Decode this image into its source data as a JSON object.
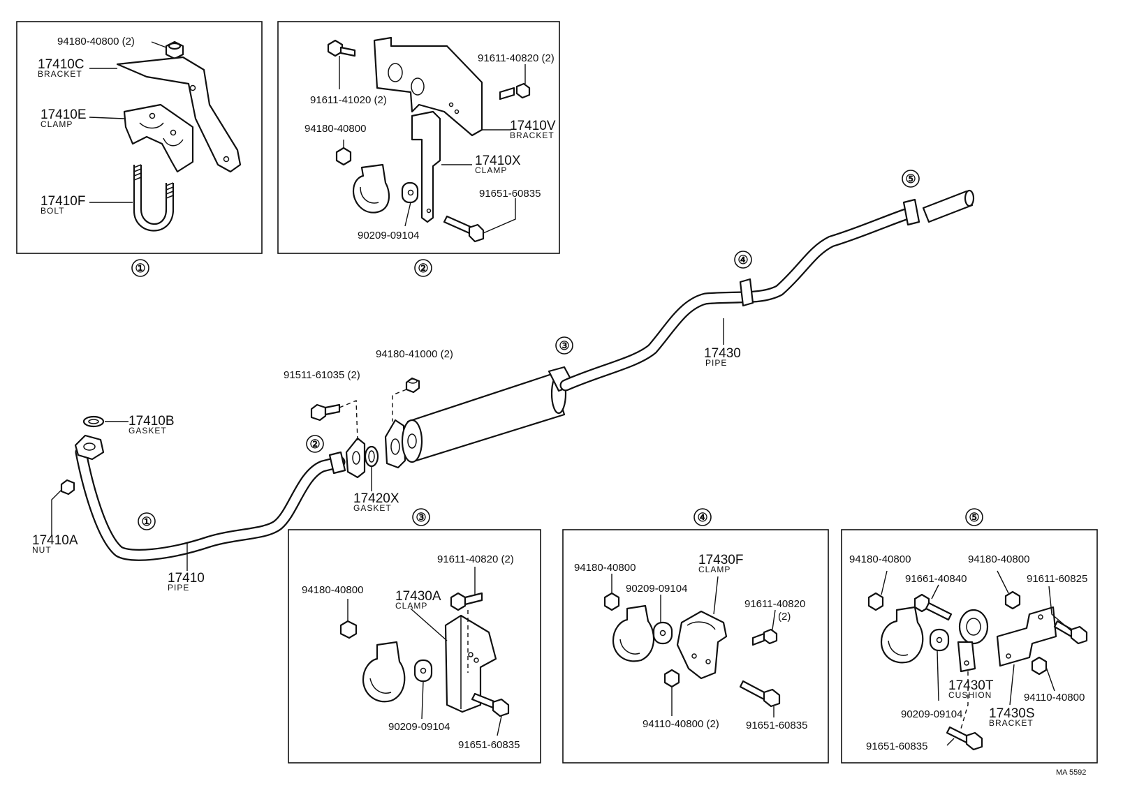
{
  "labels": {
    "b1_nut": "94180-40800 (2)",
    "b1_bracket_pn": "17410C",
    "b1_bracket_name": "BRACKET",
    "b1_clamp_pn": "17410E",
    "b1_clamp_name": "CLAMP",
    "b1_bolt_pn": "17410F",
    "b1_bolt_name": "BOLT",
    "b2_bolt_a": "91611-41020 (2)",
    "b2_bolt_b": "91611-40820 (2)",
    "b2_nut": "94180-40800",
    "b2_bracket_pn": "17410V",
    "b2_bracket_name": "BRACKET",
    "b2_clamp_pn": "17410X",
    "b2_clamp_name": "CLAMP",
    "b2_bolt_c": "91651-60835",
    "b2_washer": "90209-09104",
    "m_pipe2_pn": "17430",
    "m_pipe2_name": "PIPE",
    "m_nut_a": "94180-41000 (2)",
    "m_bolt_a": "91511-61035 (2)",
    "m_gasket_b_pn": "17410B",
    "m_gasket_b_name": "GASKET",
    "m_gasket_x_pn": "17420X",
    "m_gasket_x_name": "GASKET",
    "m_nut_pn": "17410A",
    "m_nut_name": "NUT",
    "m_pipe1_pn": "17410",
    "m_pipe1_name": "PIPE",
    "b3_bolt": "91611-40820 (2)",
    "b3_nut": "94180-40800",
    "b3_clamp_pn": "17430A",
    "b3_clamp_name": "CLAMP",
    "b3_washer": "90209-09104",
    "b3_bolt_b": "91651-60835",
    "b4_clamp_pn": "17430F",
    "b4_clamp_name": "CLAMP",
    "b4_nut": "94180-40800",
    "b4_washer": "90209-09104",
    "b4_bolt": "91611-40820",
    "b4_bolt_qty": "(2)",
    "b4_nut_b": "94110-40800 (2)",
    "b4_bolt_b": "91651-60835",
    "b5_nut_a": "94180-40800",
    "b5_nut_b": "94180-40800",
    "b5_bolt_a": "91661-40840",
    "b5_bolt_b": "91611-60825",
    "b5_nut_c": "94110-40800",
    "b5_cushion_pn": "17430T",
    "b5_cushion_name": "CUSHION",
    "b5_washer": "90209-09104",
    "b5_bracket_pn": "17430S",
    "b5_bracket_name": "BRACKET",
    "b5_bolt_c": "91651-60835",
    "figure_code": "MA 5592"
  },
  "callouts": [
    "①",
    "②",
    "③",
    "④",
    "⑤"
  ]
}
